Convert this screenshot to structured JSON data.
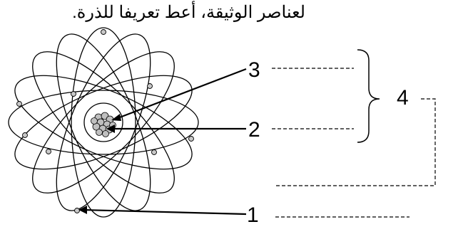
{
  "instruction": "لعناصر الوثيقة، أعط تعريفا للذرة.",
  "labels": {
    "one": "1",
    "two": "2",
    "three": "3",
    "four": "4"
  },
  "colors": {
    "line": "#000000",
    "nucleus_fill": "#bfbfbf",
    "electron_fill": "#c8c8c8",
    "background": "#ffffff"
  }
}
